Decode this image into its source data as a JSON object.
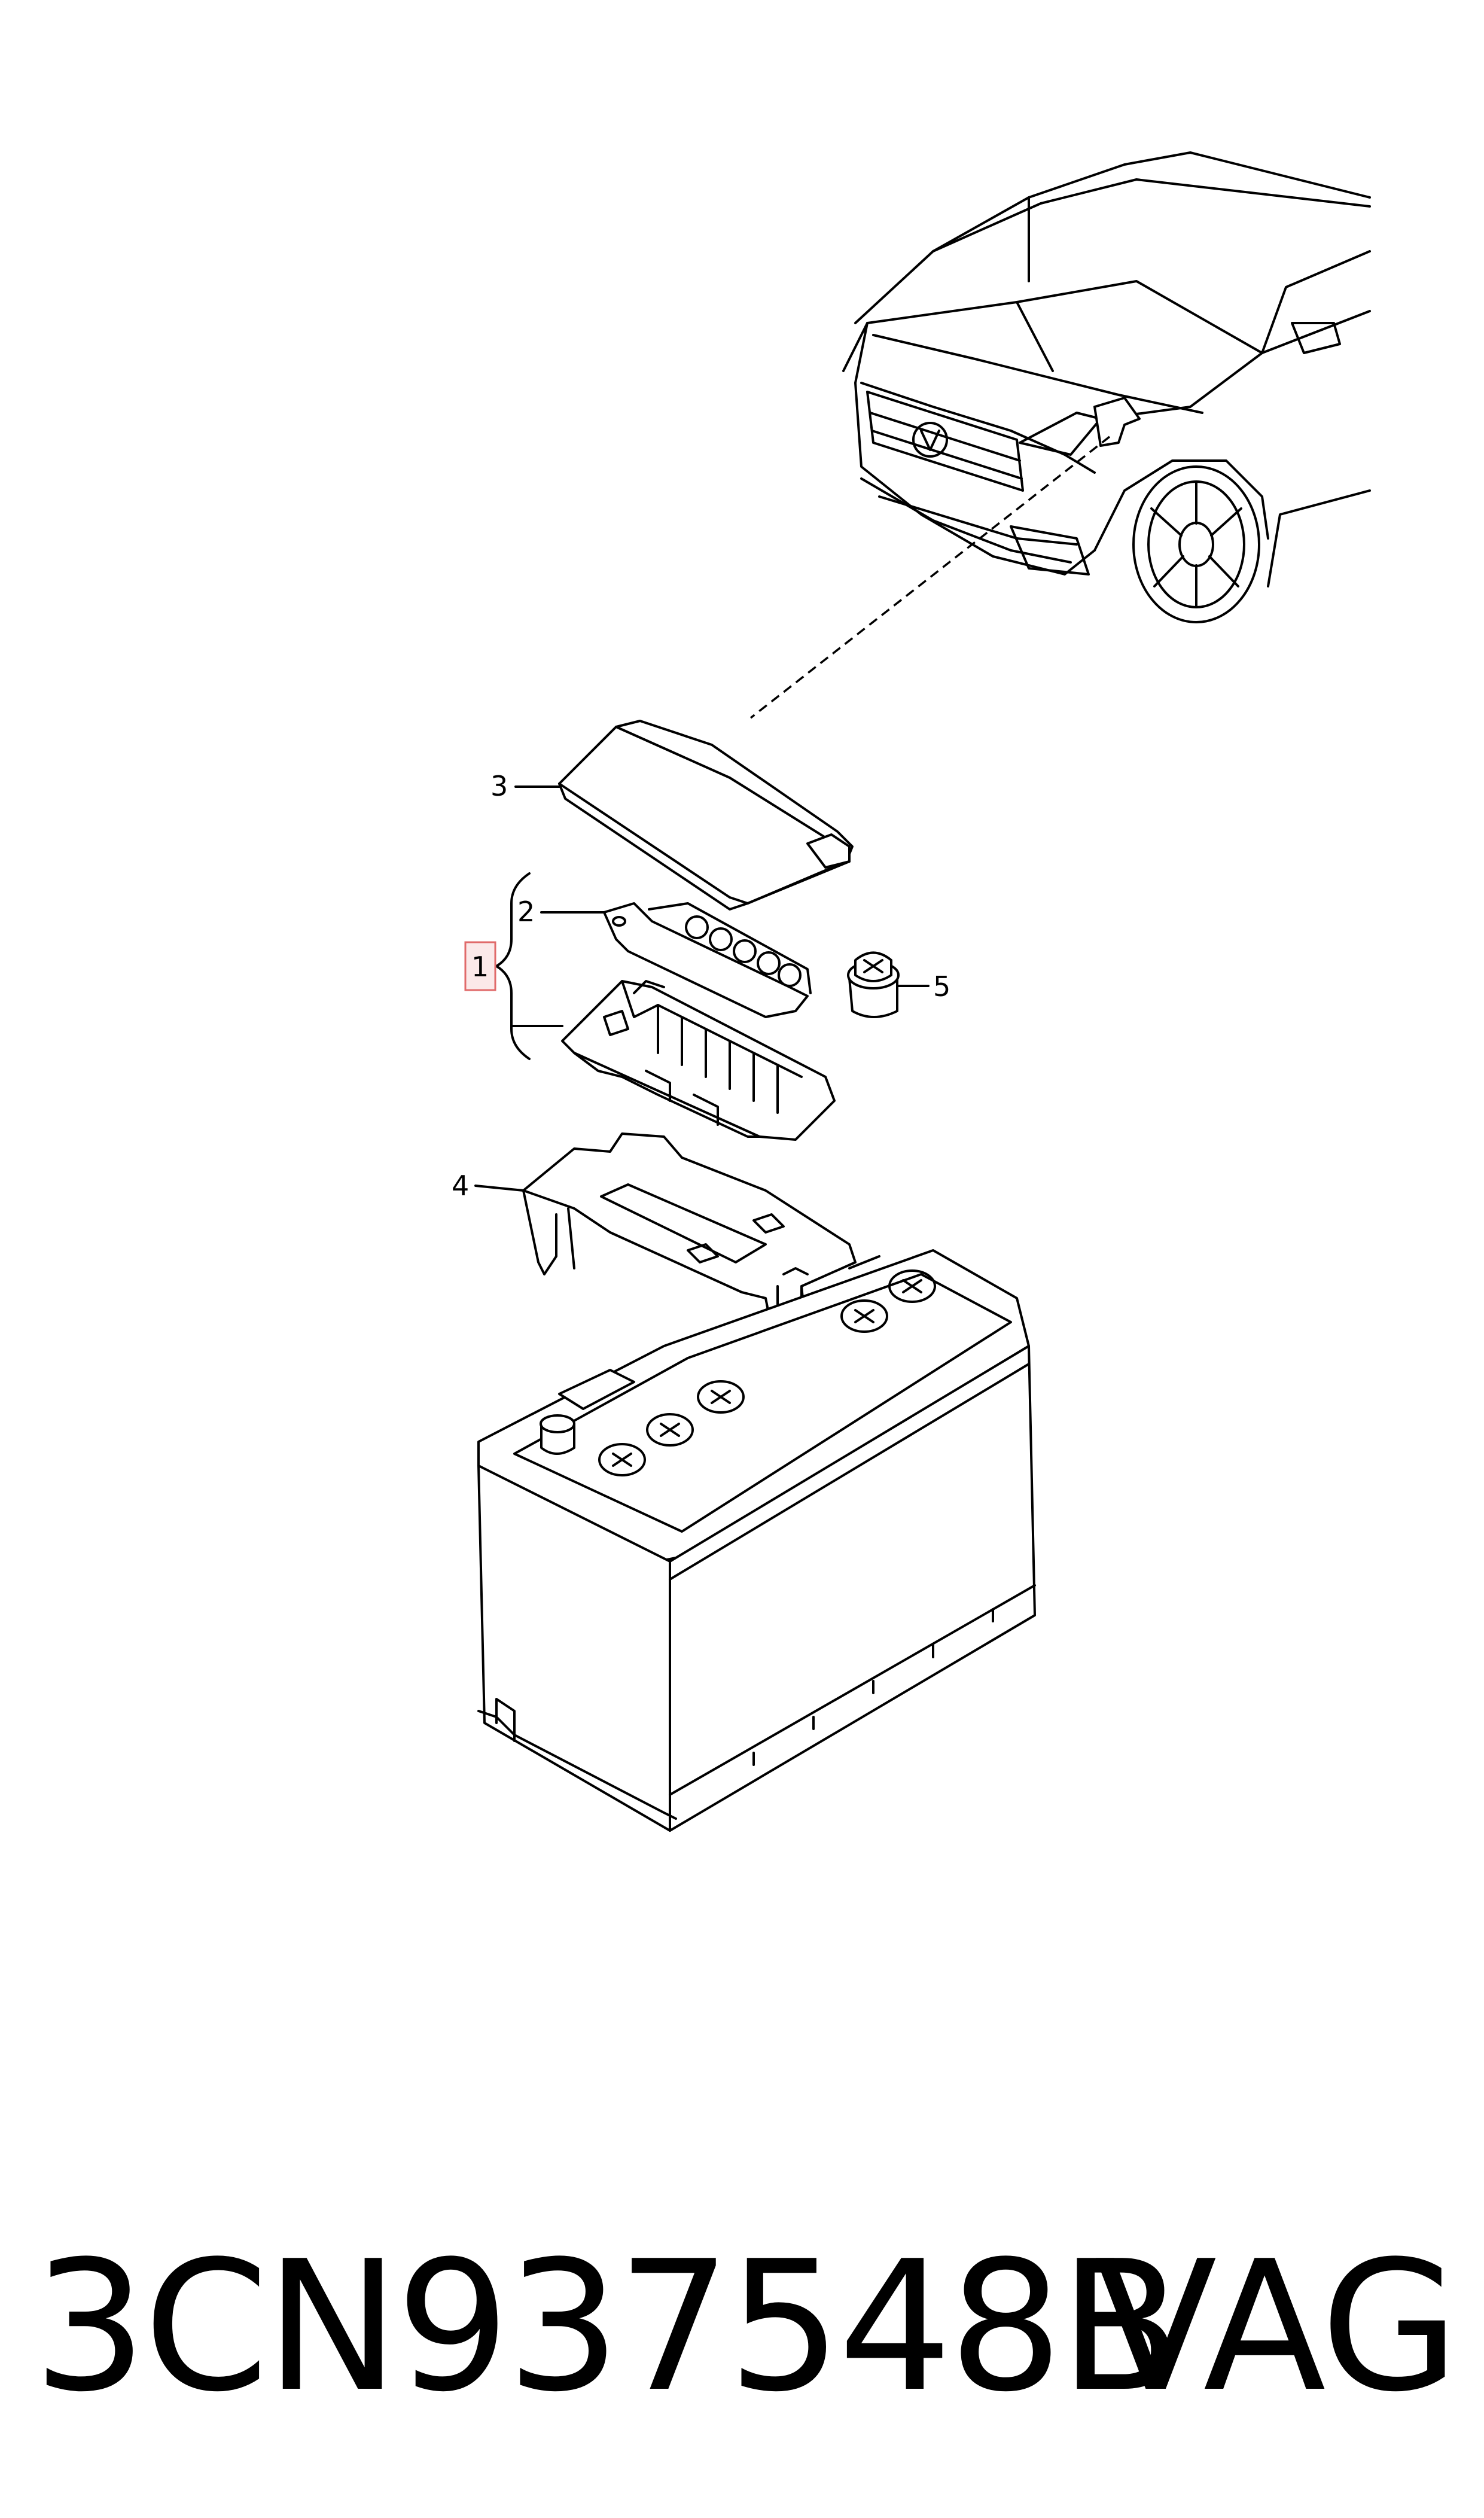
{
  "diagram": {
    "callouts": [
      {
        "id": "1",
        "label": "1"
      },
      {
        "id": "2",
        "label": "2"
      },
      {
        "id": "3",
        "label": "3"
      },
      {
        "id": "4",
        "label": "4"
      },
      {
        "id": "5",
        "label": "5"
      }
    ],
    "highlight_color": "#e06a6a"
  },
  "footer": {
    "part_number": "3CN937548B",
    "brand": "VAG"
  }
}
